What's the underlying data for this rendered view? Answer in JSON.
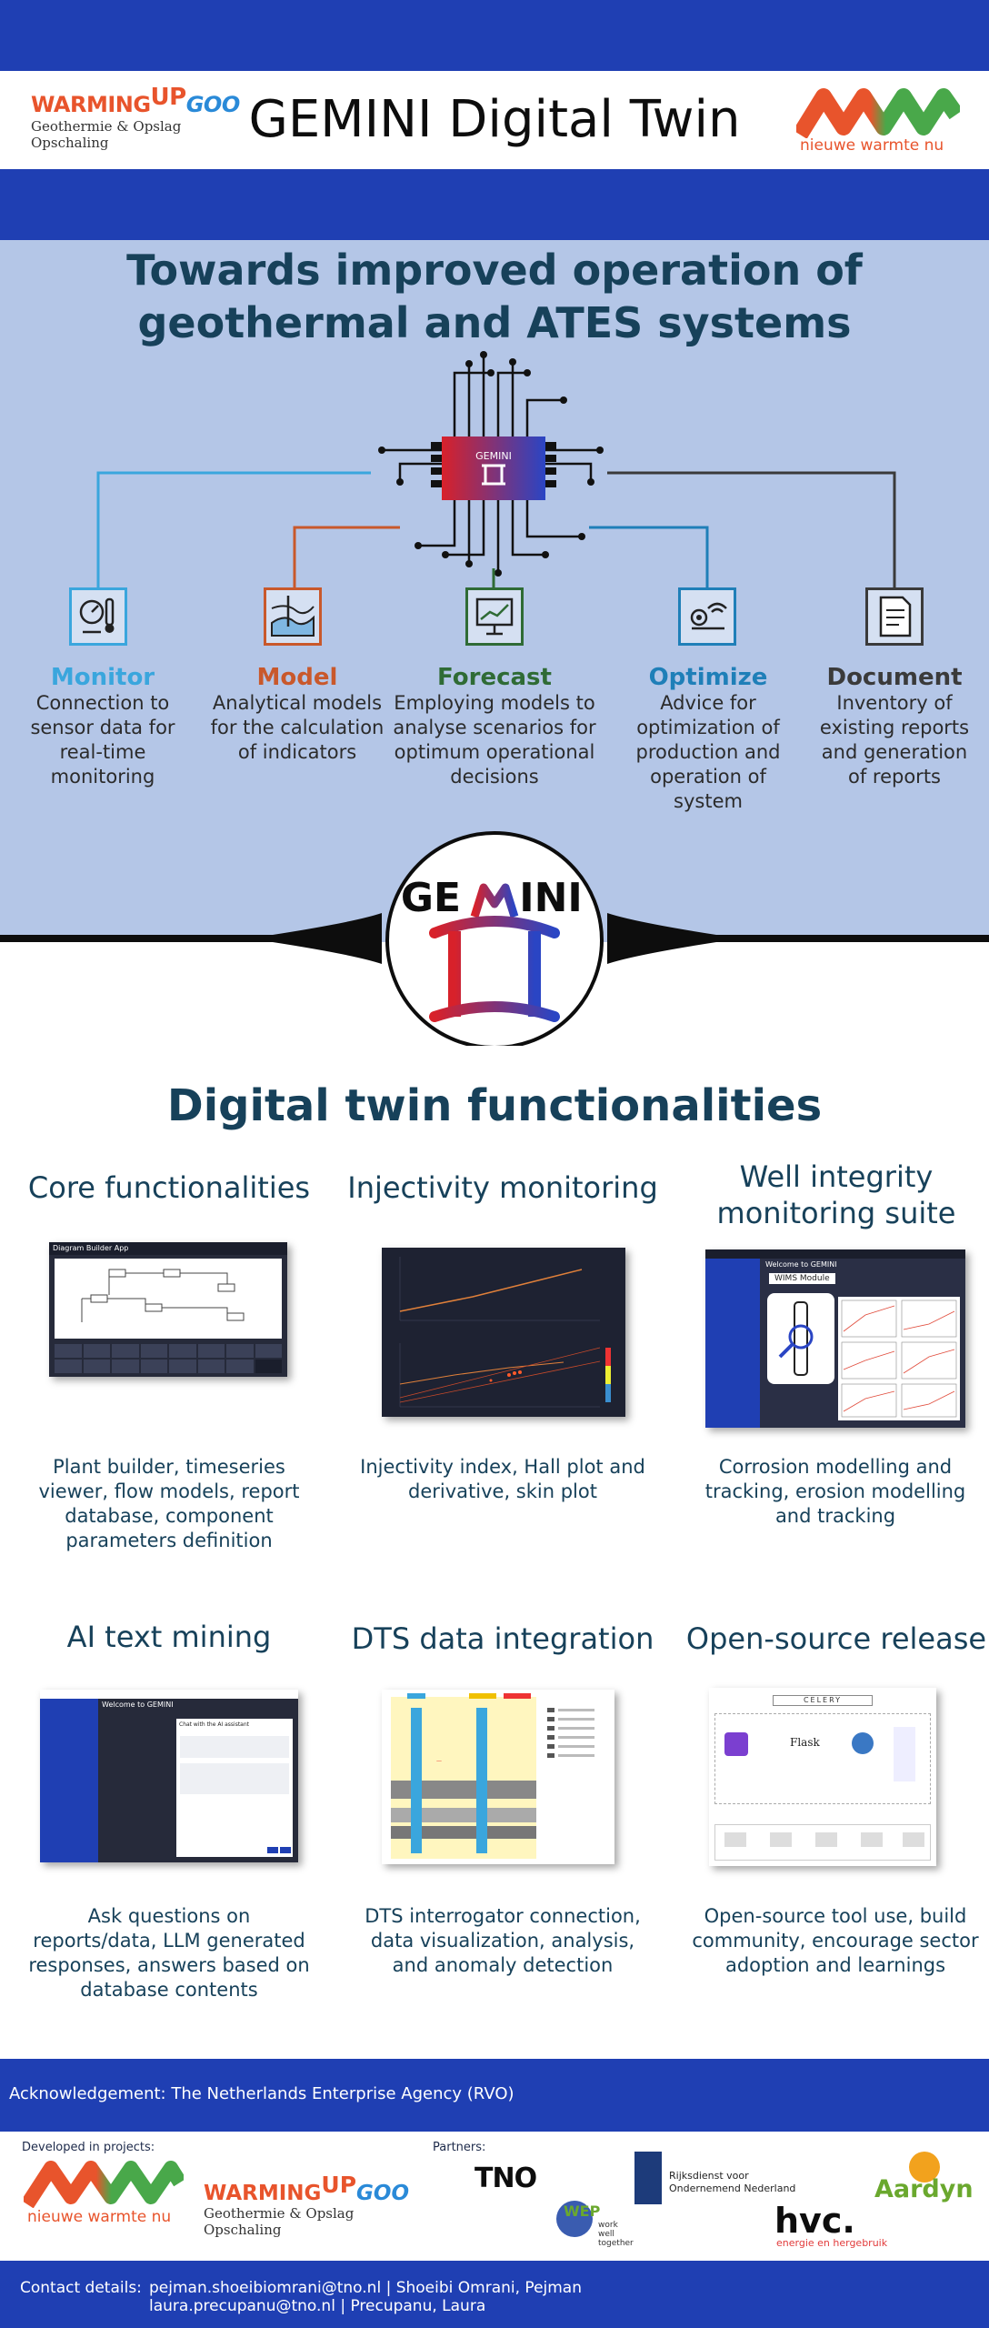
{
  "header": {
    "title": "GEMINI Digital Twin",
    "logo_warmingup": {
      "warming": "WARMING",
      "up": "UP",
      "goo": "GOO",
      "tagline": "Geothermie & Opslag Opschaling"
    },
    "logo_nwn": {
      "text": "nieuwe warmte nu"
    }
  },
  "hero": {
    "subtitle_line1": "Towards improved operation of",
    "subtitle_line2": "geothermal and ATES systems",
    "chip_label": "GEMINI"
  },
  "functions": [
    {
      "title": "Monitor",
      "color": "#3aa6dd",
      "icon": "thermometer-gauge-icon",
      "desc": [
        "Connection to",
        "sensor data for",
        "real-time",
        "monitoring"
      ]
    },
    {
      "title": "Model",
      "color": "#c9582b",
      "icon": "geology-model-icon",
      "desc": [
        "Analytical models",
        "for the calculation",
        "of indicators"
      ]
    },
    {
      "title": "Forecast",
      "color": "#2f6b35",
      "icon": "forecast-chart-icon",
      "desc": [
        "Employing models to",
        "analyse scenarios for",
        "optimum operational",
        "decisions"
      ]
    },
    {
      "title": "Optimize",
      "color": "#1f7fb8",
      "icon": "optimize-settings-icon",
      "desc": [
        "Advice for",
        "optimization of",
        "production and",
        "operation of",
        "system"
      ]
    },
    {
      "title": "Document",
      "color": "#3a3a3a",
      "icon": "document-report-icon",
      "desc": [
        "Inventory of",
        "existing reports",
        "and generation",
        "of reports"
      ]
    }
  ],
  "gemini_logo": {
    "text_left": "GE",
    "text_right": "INI"
  },
  "digital_twin": {
    "heading": "Digital twin functionalities",
    "items": [
      {
        "title": [
          "Core functionalities"
        ],
        "desc": [
          "Plant builder, timeseries",
          "viewer, flow models, report",
          "database, component",
          "parameters definition"
        ],
        "shot_label": "Diagram Builder App"
      },
      {
        "title": [
          "Injectivity monitoring"
        ],
        "desc": [
          "Injectivity index, Hall plot and",
          "derivative, skin plot"
        ]
      },
      {
        "title": [
          "Well integrity",
          "monitoring suite"
        ],
        "desc": [
          "Corrosion modelling and",
          "tracking, erosion modelling",
          "and tracking"
        ],
        "shot_label": "Welcome to GEMINI",
        "shot_sub": "WIMS Module"
      },
      {
        "title": [
          "AI text mining"
        ],
        "desc": [
          "Ask questions on",
          "reports/data, LLM generated",
          "responses, answers based on",
          "database contents"
        ],
        "shot_label": "Welcome to GEMINI",
        "shot_sub": "Chat with the AI assistant"
      },
      {
        "title": [
          "DTS data integration"
        ],
        "desc": [
          "DTS interrogator connection,",
          "data visualization, analysis,",
          "and anomaly detection"
        ]
      },
      {
        "title": [
          "Open-source release"
        ],
        "desc": [
          "Open-source tool use, build",
          "community, encourage sector",
          "adoption and learnings"
        ],
        "shot_label": "CELERY",
        "shot_sub": "Flask"
      }
    ]
  },
  "acknowledgement": {
    "text": "Acknowledgement: The Netherlands Enterprise Agency (RVO)"
  },
  "footer": {
    "developed_label": "Developed in projects:",
    "partners_label": "Partners:",
    "partners": {
      "tno": "TNO",
      "rvo": "Rijksdienst voor Ondernemend Nederland",
      "hvc": "hvc.",
      "hvc_tag": "energie en hergebruik",
      "aardyn": "Aardyn",
      "wep": "WEP",
      "wep_tag": [
        "work",
        "well",
        "together"
      ]
    },
    "contact_label": "Contact details:",
    "contacts": [
      "pejman.shoeibiomrani@tno.nl | Shoeibi Omrani, Pejman",
      "laura.precupanu@tno.nl | Precupanu, Laura"
    ]
  }
}
